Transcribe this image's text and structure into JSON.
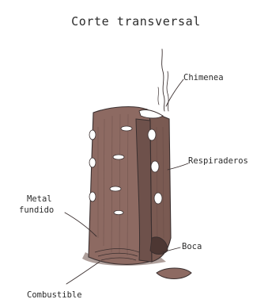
{
  "diagram": {
    "title": "Corte transversal",
    "labels": {
      "chimenea": "Chimenea",
      "respiraderos": "Respiraderos",
      "metal_line1": "Metal",
      "metal_line2": "fundido",
      "boca": "Boca",
      "combustible": "Combustible"
    },
    "colors": {
      "furnace_outer": "#8d6a62",
      "furnace_inner": "#7a5a52",
      "furnace_dark": "#5e4440",
      "outline": "#3a2f2f",
      "background": "#ffffff"
    }
  }
}
